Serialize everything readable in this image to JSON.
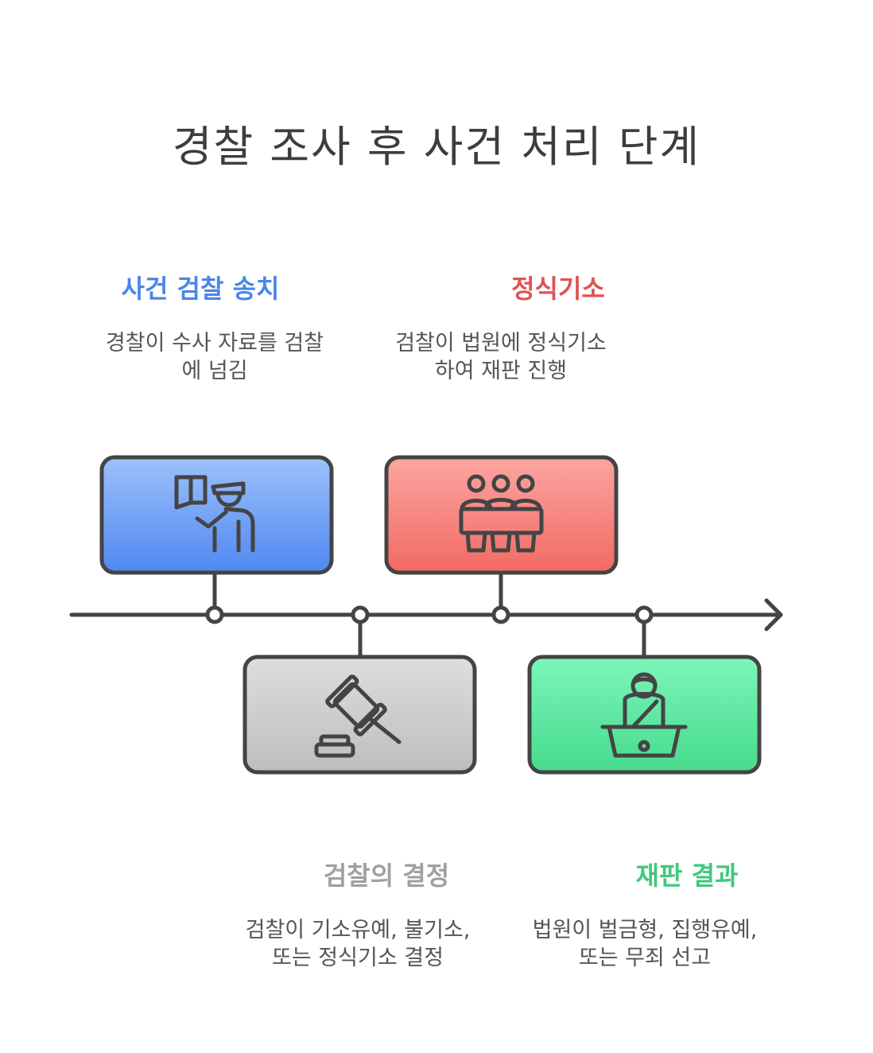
{
  "title": "경찰 조사 후 사건 처리 단계",
  "colors": {
    "line": "#444444",
    "blue": "#4a86e8",
    "red": "#e05252",
    "gray": "#a0a0a0",
    "green": "#3ec97d"
  },
  "stages": [
    {
      "title": "사건 검찰 송치",
      "description": "경찰이 수사 자료를 검찰에 넘김",
      "icon": "police-officer-icon",
      "color": "#4a86e8"
    },
    {
      "title": "검찰의 결정",
      "description": "검찰이 기소유예, 불기소, 또는 정식기소 결정",
      "icon": "gavel-icon",
      "color": "#a0a0a0"
    },
    {
      "title": "정식기소",
      "description": "검찰이 법원에 정식기소하여 재판 진행",
      "icon": "jury-icon",
      "color": "#e05252"
    },
    {
      "title": "재판 결과",
      "description": "법원이 벌금형, 집행유예, 또는 무죄 선고",
      "icon": "judge-icon",
      "color": "#3ec97d"
    }
  ]
}
